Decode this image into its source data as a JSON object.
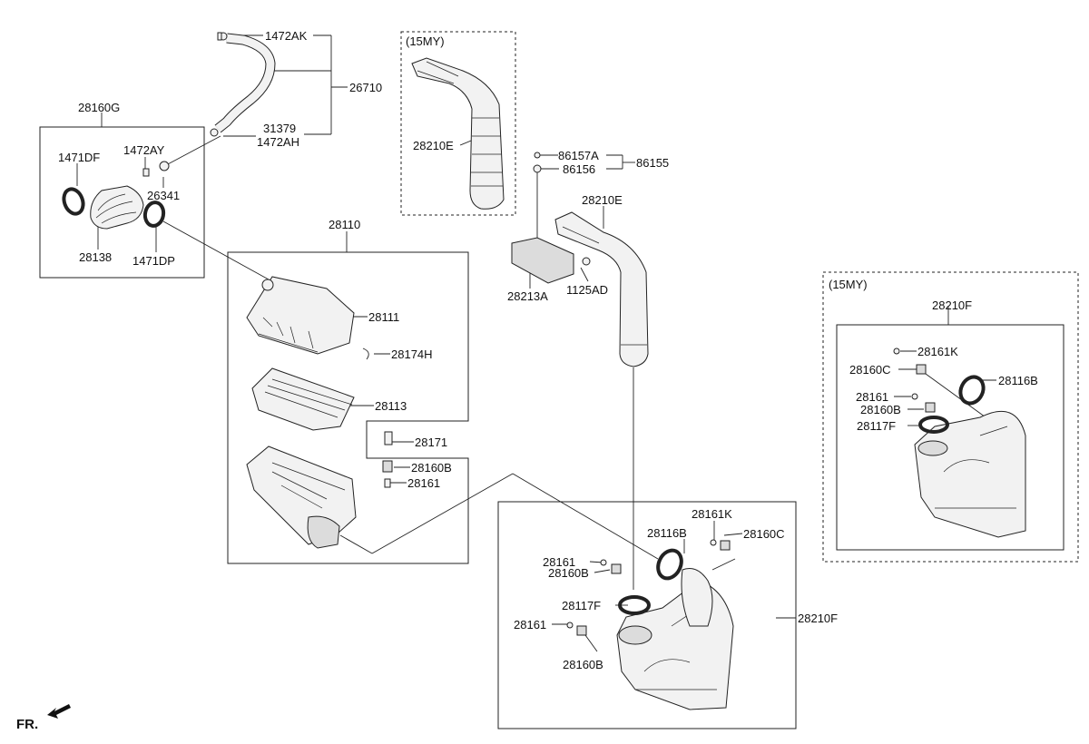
{
  "direction_label": "FR.",
  "variant_labels": {
    "my15_tube": "(15MY)",
    "my15_duct": "(15MY)"
  },
  "labels": {
    "l_1472AK": "1472AK",
    "l_26710": "26710",
    "l_31379": "31379",
    "l_1472AH": "1472AH",
    "l_28160G": "28160G",
    "l_1471DF": "1471DF",
    "l_1472AY": "1472AY",
    "l_26341": "26341",
    "l_28138": "28138",
    "l_1471DP": "1471DP",
    "l_28210E_15": "28210E",
    "l_86157A": "86157A",
    "l_86156": "86156",
    "l_86155": "86155",
    "l_28210E": "28210E",
    "l_28213A": "28213A",
    "l_1125AD": "1125AD",
    "l_28110": "28110",
    "l_28111": "28111",
    "l_28174H": "28174H",
    "l_28113": "28113",
    "l_28171": "28171",
    "l_28160B_a": "28160B",
    "l_28161_a": "28161",
    "l_28161K": "28161K",
    "l_28116B": "28116B",
    "l_28160C": "28160C",
    "l_28161_b": "28161",
    "l_28160B_b": "28160B",
    "l_28117F": "28117F",
    "l_28161_c": "28161",
    "l_28160B_c": "28160B",
    "l_28210F": "28210F",
    "l_28210F_15": "28210F",
    "l_28161K_15": "28161K",
    "l_28160C_15": "28160C",
    "l_28116B_15": "28116B",
    "l_28161_15": "28161",
    "l_28160B_15": "28160B",
    "l_28117F_15": "28117F"
  }
}
